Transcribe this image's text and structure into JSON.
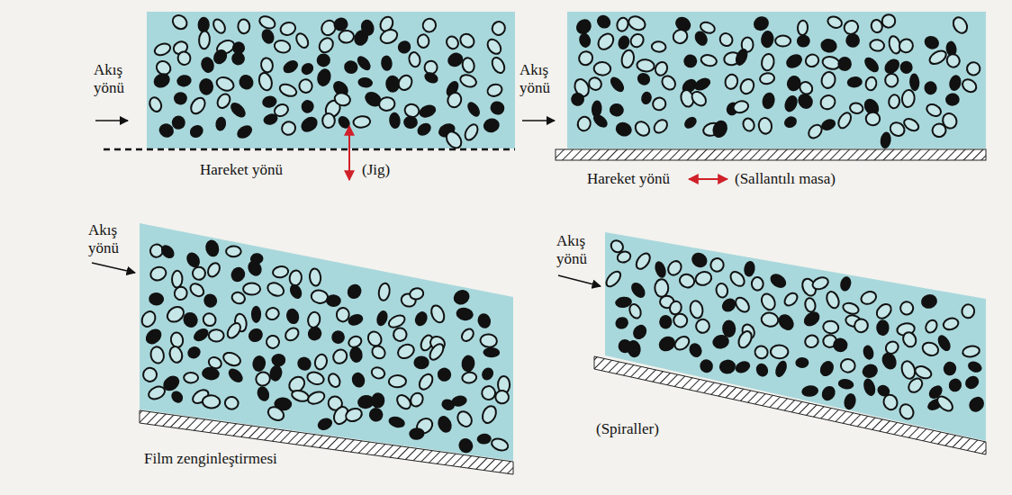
{
  "diagram": {
    "labels": [
      "Akış yönü",
      "Hareket yönü",
      "(Jig)",
      "Akış yönü",
      "Hareket yönü",
      "(Sallantılı masa)",
      "Akış yönü",
      "Film zenginleştirmesi",
      "Akış yönü",
      "(Spiraller)"
    ]
  }
}
